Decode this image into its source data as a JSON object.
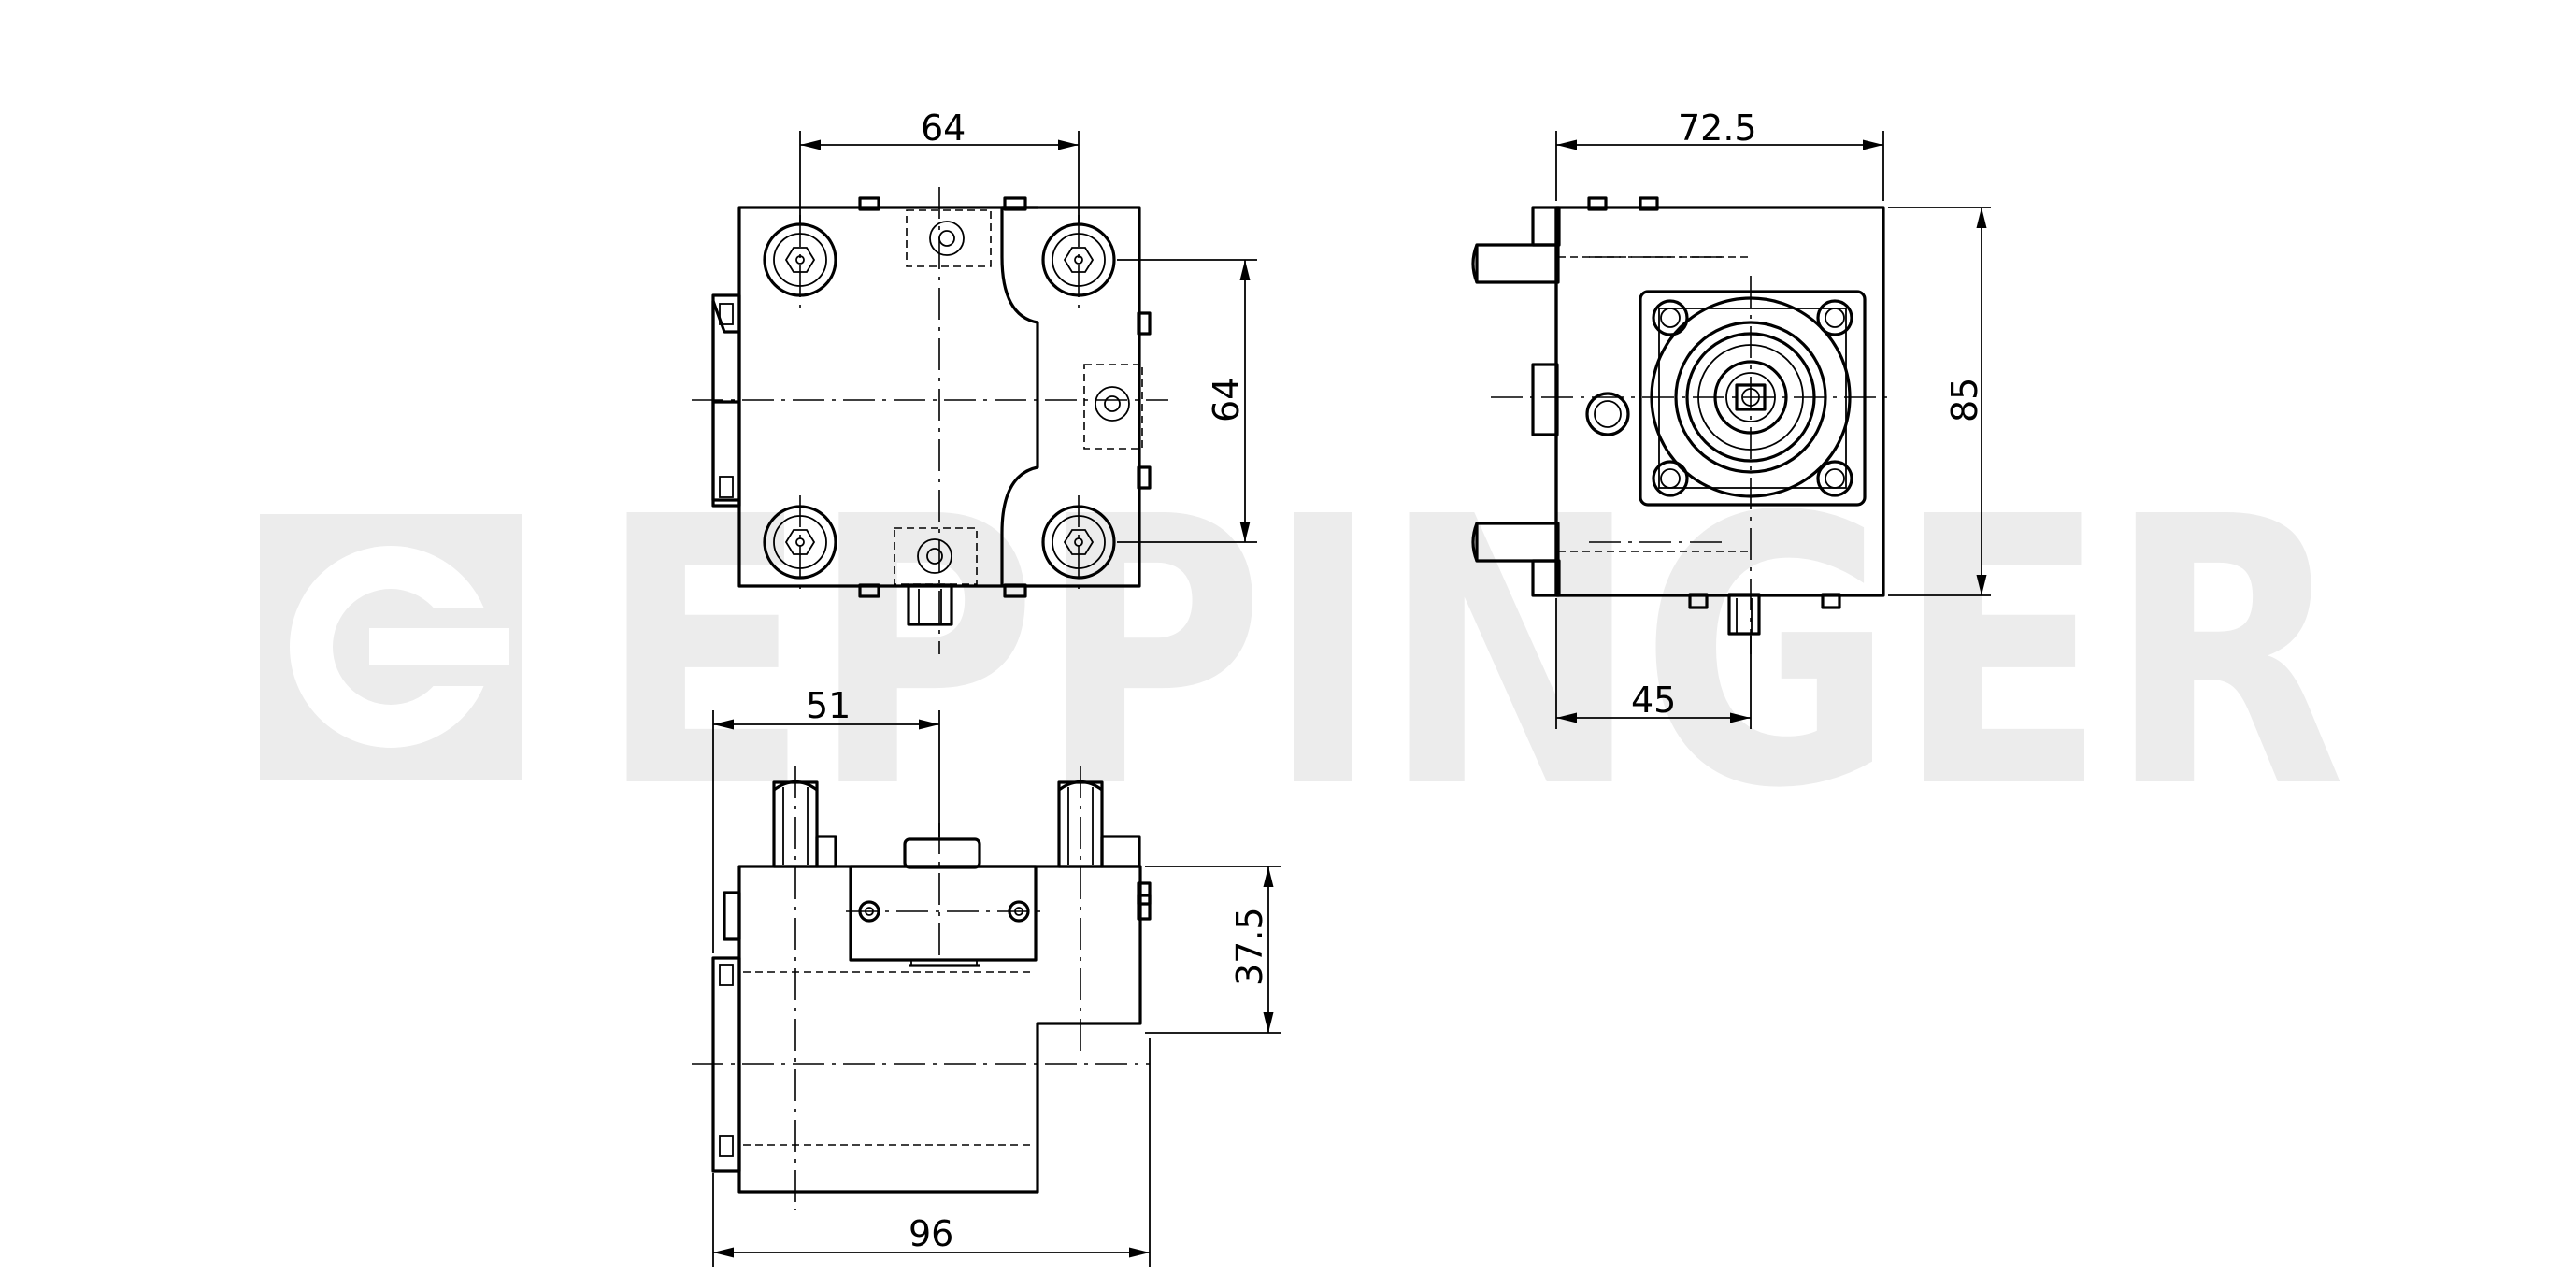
{
  "watermark": {
    "text": "EPPINGER"
  },
  "dimensions": {
    "top_view_width": "64",
    "top_view_height": "64",
    "side_view_width": "72.5",
    "side_view_height": "85",
    "side_view_shaft_offset": "45",
    "front_view_offset": "51",
    "front_view_height": "37.5",
    "front_view_width": "96"
  }
}
